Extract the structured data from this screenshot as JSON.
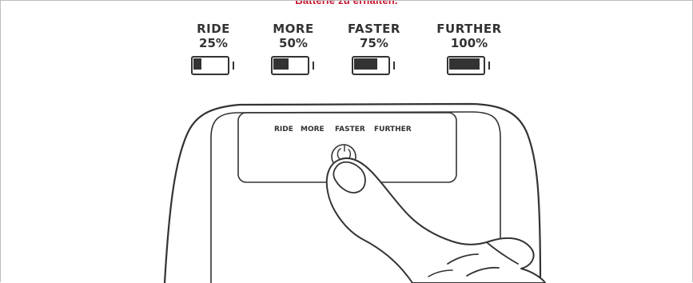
{
  "caption": "Batterie zu erhalten.",
  "levels": [
    {
      "name": "RIDE",
      "percent_label": "25%",
      "fill_fraction": 0.25
    },
    {
      "name": "MORE",
      "percent_label": "50%",
      "fill_fraction": 0.5
    },
    {
      "name": "FASTER",
      "percent_label": "75%",
      "fill_fraction": 0.75
    },
    {
      "name": "FURTHER",
      "percent_label": "100%",
      "fill_fraction": 1.0
    }
  ],
  "device": {
    "labels": [
      "RIDE",
      "MORE",
      "FASTER",
      "FURTHER"
    ],
    "button_icon": "power-icon",
    "hand_icon": "pressing-finger-icon"
  },
  "colors": {
    "caption": "#c8102e",
    "ink": "#333333"
  }
}
